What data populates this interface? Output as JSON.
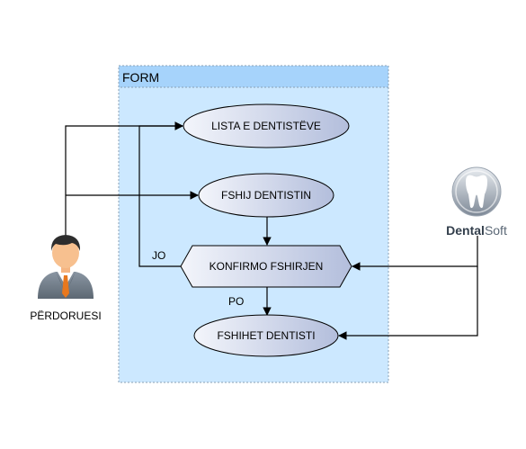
{
  "form": {
    "title": "FORM"
  },
  "actors": {
    "user": {
      "label": "PËRDORUESI",
      "icon": "user-avatar-icon"
    },
    "system": {
      "brand_bold": "Dental",
      "brand_light": "Soft",
      "icon": "tooth-logo-icon"
    }
  },
  "nodes": {
    "list_dentists": "LISTA E DENTISTËVE",
    "delete_dentist": "FSHIJ DENTISTIN",
    "confirm_delete": "KONFIRMO FSHIRJEN",
    "dentist_deleted": "FSHIHET DENTISTI"
  },
  "edges": {
    "no_label": "JO",
    "yes_label": "PO"
  },
  "colors": {
    "form_fill": "#cce8ff",
    "form_header": "#a6d3fb",
    "node_gradient_top": "#eef1f9",
    "node_gradient_bottom": "#b9c3e0",
    "line": "#000000"
  }
}
